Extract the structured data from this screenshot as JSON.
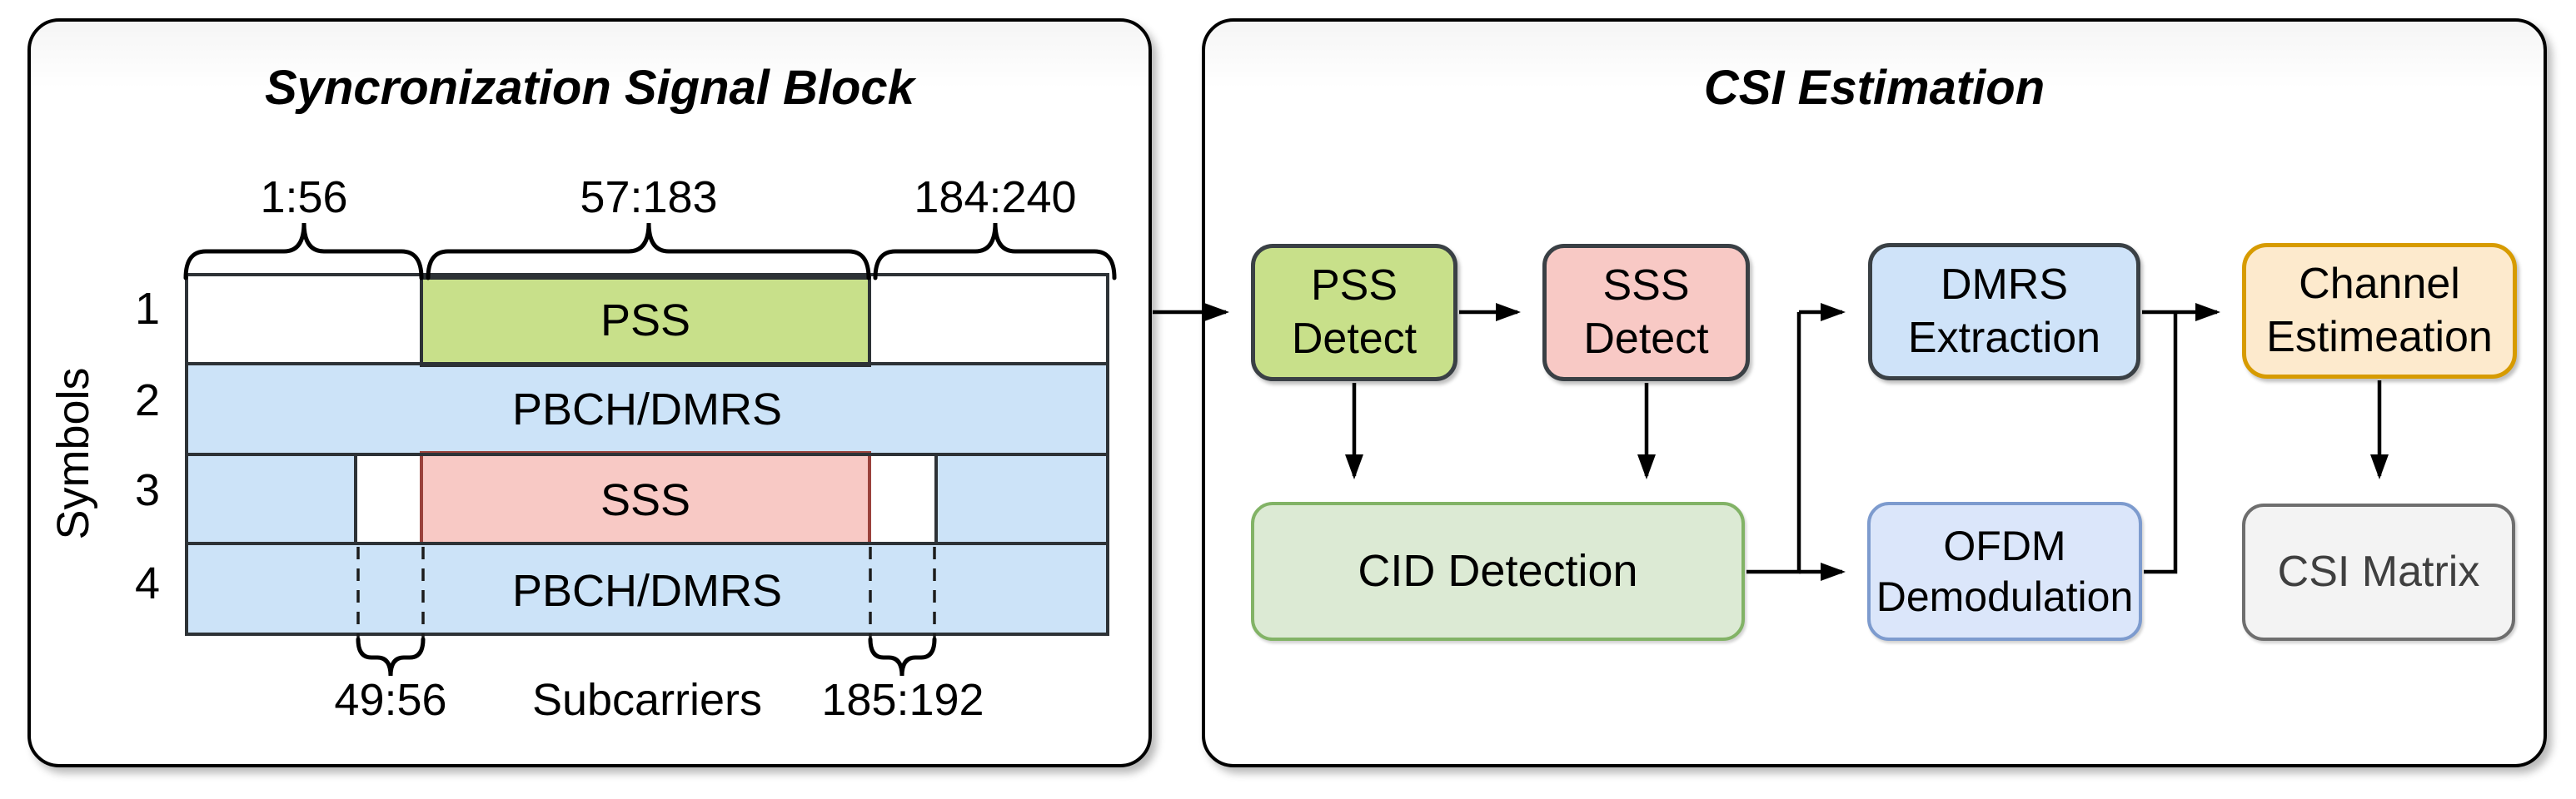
{
  "colors": {
    "panel-border": "#000000",
    "line": "#000000",
    "grid-line": "#2d3236",
    "pss-fill": "#c8e08a",
    "sss-fill": "#f8c9c5",
    "sss-grid-border": "#9a423c",
    "pbch-fill": "#cce3f8",
    "dmrs-fill": "#cfe3f9",
    "detect-border": "#3a4045",
    "cid-fill": "#dcead4",
    "cid-border": "#82b366",
    "ofdm-fill": "#dbe6fa",
    "ofdm-border": "#7d9bce",
    "channel-fill": "#fdeacd",
    "channel-border": "#d79b00",
    "csi-fill": "#f3f3f3",
    "csi-border": "#6e6e6e",
    "csi-text": "#3f3f3f"
  },
  "left_panel": {
    "title": "Syncronization Signal Block",
    "y_axis_label": "Symbols",
    "x_axis_label": "Subcarriers",
    "row_labels": [
      "1",
      "2",
      "3",
      "4"
    ],
    "top_ranges": [
      "1:56",
      "57:183",
      "184:240"
    ],
    "bottom_ranges": [
      "49:56",
      "185:192"
    ],
    "cells": {
      "pss": "PSS",
      "pbch_row2": "PBCH/DMRS",
      "sss": "SSS",
      "pbch_row4": "PBCH/DMRS"
    }
  },
  "right_panel": {
    "title": "CSI Estimation",
    "blocks": {
      "pss_detect": "PSS Detect",
      "sss_detect": "SSS Detect",
      "dmrs_extraction": "DMRS Extraction",
      "channel_estimation": "Channel Estimeation",
      "cid_detection": "CID Detection",
      "ofdm_demodulation": "OFDM Demodulation",
      "csi_matrix": "CSI Matrix"
    }
  }
}
